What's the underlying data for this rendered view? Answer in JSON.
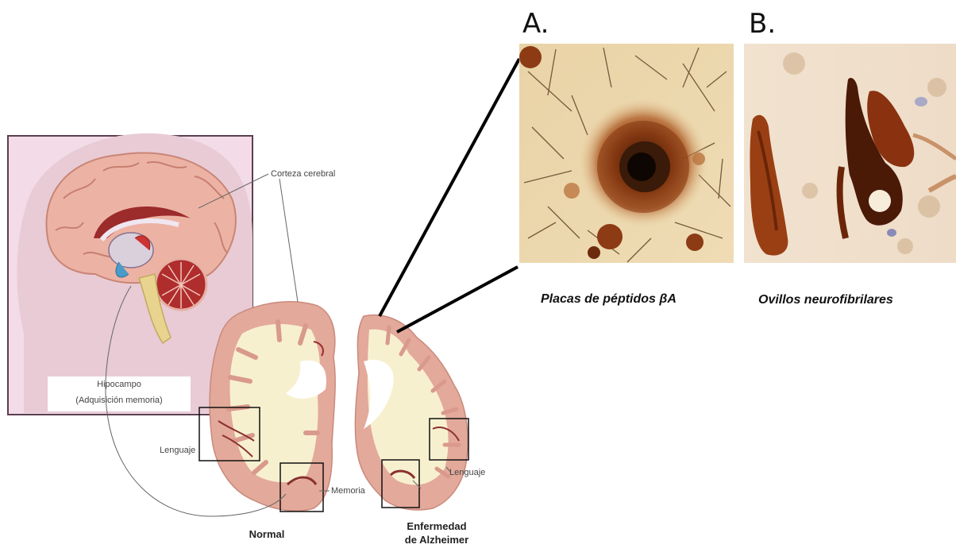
{
  "panel_a": {
    "letter": "A.",
    "caption": "Placas de péptidos βA"
  },
  "panel_b": {
    "letter": "B.",
    "caption": "Ovillos neurofibrilares"
  },
  "sagittal": {
    "cortex_label": "Corteza cerebral",
    "hippocampus_label": "Hipocampo",
    "hippocampus_sub": "(Adquisición memoria)"
  },
  "sections": {
    "normal_label": "Normal",
    "ad_label_line1": "Enfermedad",
    "ad_label_line2": "de Alzheimer",
    "language_left": "Lenguaje",
    "memory": "Memoria",
    "language_right": "Lenguaje"
  },
  "colors": {
    "tissue_pink": "#e3a99a",
    "white_matter": "#f7f0cf",
    "stain_brown": "#7a3a10",
    "inset_bg": "#f3dce7"
  }
}
